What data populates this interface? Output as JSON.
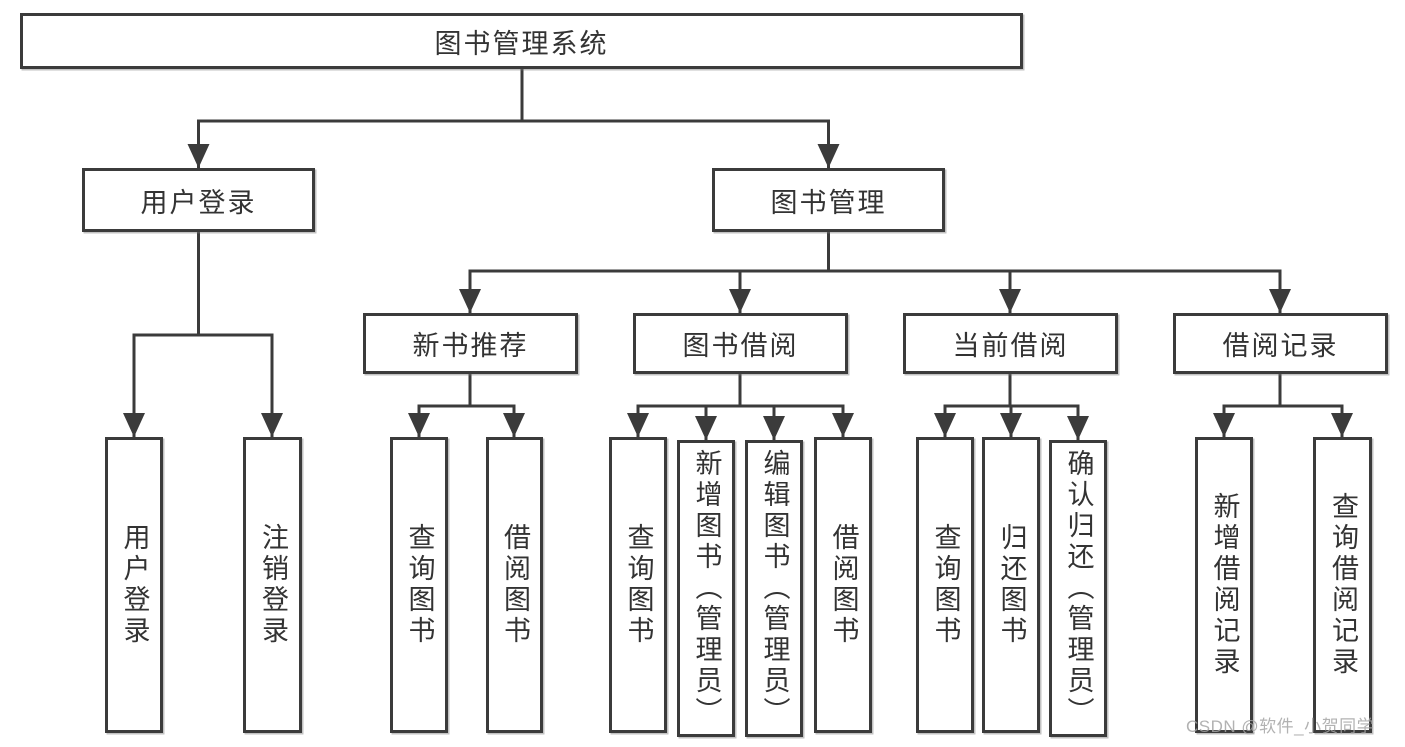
{
  "tree": {
    "label": "图书管理系统",
    "children": [
      {
        "label": "用户登录",
        "children": [
          {
            "label": "用户登录"
          },
          {
            "label": "注销登录"
          }
        ]
      },
      {
        "label": "图书管理",
        "children": [
          {
            "label": "新书推荐",
            "children": [
              {
                "label": "查询图书"
              },
              {
                "label": "借阅图书"
              }
            ]
          },
          {
            "label": "图书借阅",
            "children": [
              {
                "label": "查询图书"
              },
              {
                "label": "新增图书（管理员）"
              },
              {
                "label": "编辑图书（管理员）"
              },
              {
                "label": "借阅图书"
              }
            ]
          },
          {
            "label": "当前借阅",
            "children": [
              {
                "label": "查询图书"
              },
              {
                "label": "归还图书"
              },
              {
                "label": "确认归还（管理员）"
              }
            ]
          },
          {
            "label": "借阅记录",
            "children": [
              {
                "label": "新增借阅记录"
              },
              {
                "label": "查询借阅记录"
              }
            ]
          }
        ]
      }
    ]
  },
  "watermark": {
    "text": "CSDN @软件_小贺同学"
  },
  "colors": {
    "line": "#3b3b3b",
    "box_border": "#3b3b3b",
    "text": "#333333",
    "background": "#ffffff",
    "watermark": "#a4a4a4"
  }
}
